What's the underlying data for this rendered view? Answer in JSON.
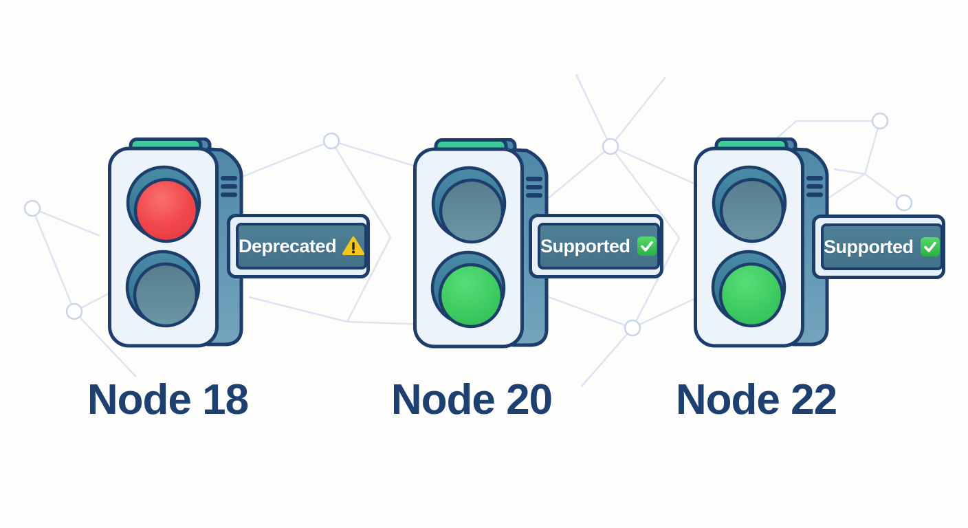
{
  "illustration": {
    "background_color": "#fdfdfc",
    "mesh_line_color": "#dce4f1"
  },
  "traffic_lights": [
    {
      "name": "traffic-light-node-18",
      "label": "Node 18",
      "top_lamp": "red",
      "bottom_lamp": "off",
      "badge": {
        "text": "Deprecated",
        "icon": "warning-icon"
      }
    },
    {
      "name": "traffic-light-node-20",
      "label": "Node 20",
      "top_lamp": "off",
      "bottom_lamp": "green",
      "badge": {
        "text": "Supported",
        "icon": "check-icon"
      }
    },
    {
      "name": "traffic-light-node-22",
      "label": "Node 22",
      "top_lamp": "off",
      "bottom_lamp": "green",
      "badge": {
        "text": "Supported",
        "icon": "check-icon"
      }
    }
  ],
  "colors": {
    "outline_navy": "#1d3e6a",
    "label_navy": "#1d4070",
    "body_fill": "#edf3fa",
    "side_panel_blue": "#5b90b0",
    "cap_teal": "#3bcb97",
    "cap_back_blue": "#4e88a8",
    "bezel_teal": "#2f7493",
    "lamp_red": "#ee4046",
    "lamp_green": "#3ecb62",
    "lamp_off_slate": "#5d8797",
    "badge_frame": "#e7f0f9",
    "badge_panel": "#47788f",
    "badge_text": "#ffffff",
    "warning_yellow": "#f6c51e",
    "check_green": "#2eb844"
  }
}
